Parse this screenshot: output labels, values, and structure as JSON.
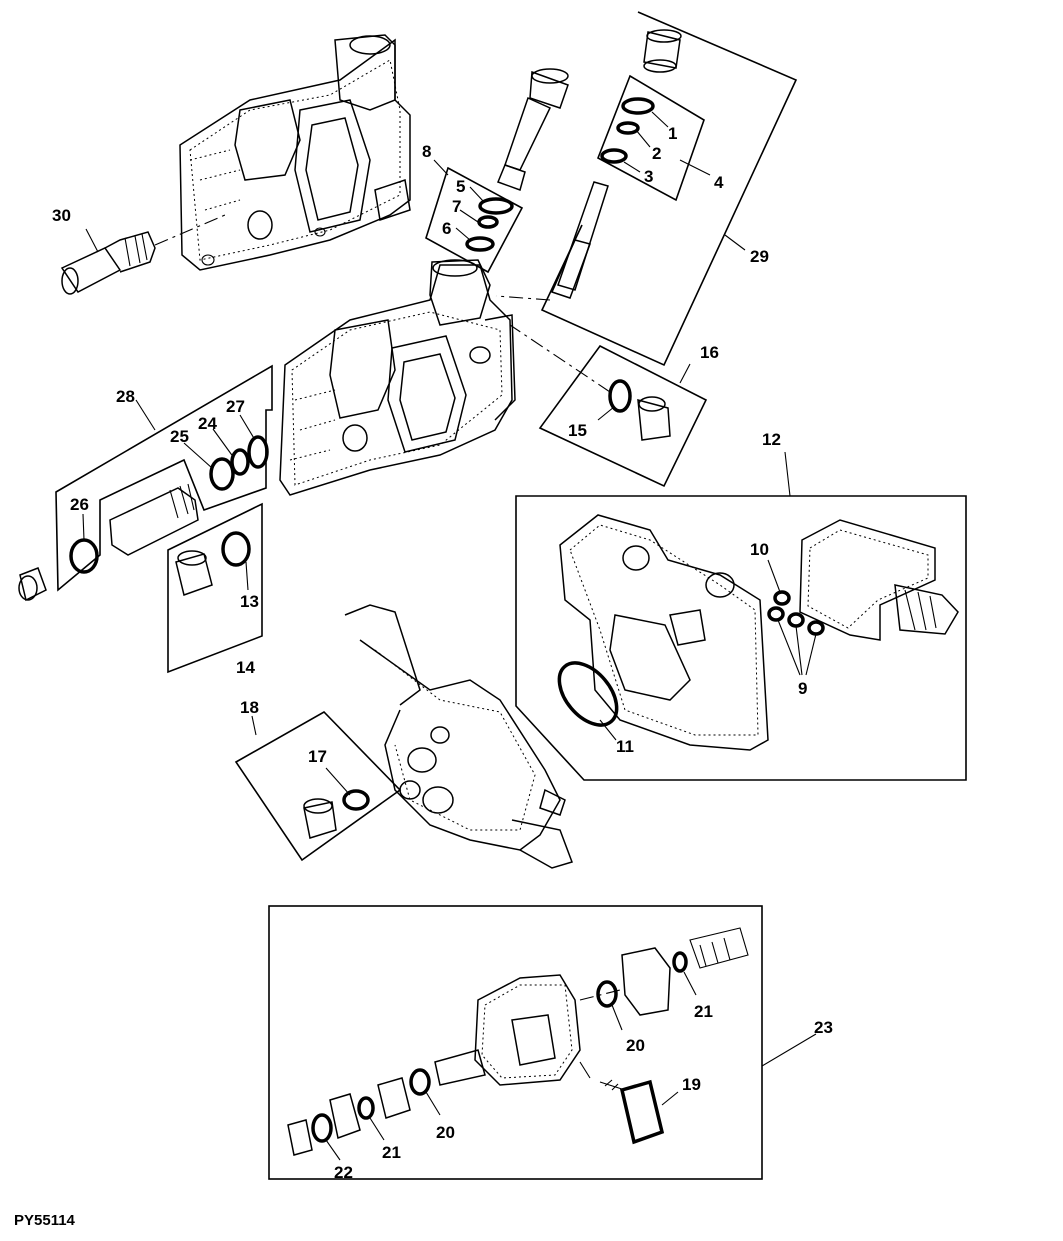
{
  "figure_code": "PY55114",
  "callouts": {
    "c1": "1",
    "c2": "2",
    "c3": "3",
    "c4": "4",
    "c5": "5",
    "c6": "6",
    "c7": "7",
    "c8": "8",
    "c9": "9",
    "c10": "10",
    "c11": "11",
    "c12": "12",
    "c13": "13",
    "c14": "14",
    "c15": "15",
    "c16": "16",
    "c17": "17",
    "c18": "18",
    "c19": "19",
    "c20": "20",
    "c21": "21",
    "c22": "22",
    "c23": "23",
    "c24": "24",
    "c25": "25",
    "c26": "26",
    "c27": "27",
    "c28": "28",
    "c29": "29",
    "c30": "30"
  }
}
